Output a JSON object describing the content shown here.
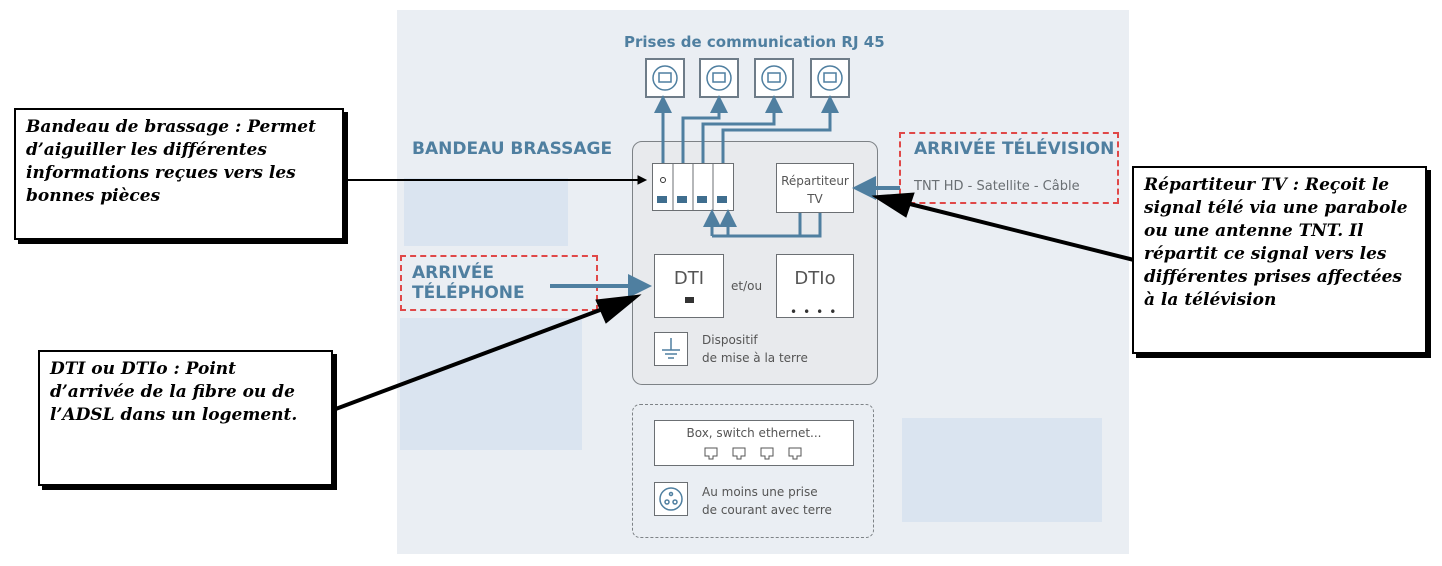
{
  "diagram": {
    "rj45_title": "Prises de communication RJ 45",
    "bandeau_title": "BANDEAU BRASSAGE",
    "arrivee_tv_title": "ARRIVÉE TÉLÉVISION",
    "arrivee_tv_sub": "TNT HD - Satellite - Câble",
    "arrivee_tel_line1": "ARRIVÉE",
    "arrivee_tel_line2": "TÉLÉPHONE",
    "repartiteur_line1": "Répartiteur",
    "repartiteur_line2": "TV",
    "dti_label": "DTI",
    "etou_label": "et/ou",
    "dtio_label": "DTIo",
    "terre_line1": "Dispositif",
    "terre_line2": "de mise à la terre",
    "box_label": "Box, switch ethernet...",
    "prise_line1": "Au moins une prise",
    "prise_line2": "de courant avec terre"
  },
  "callouts": {
    "bandeau": "Bandeau de brassage : Permet d’aiguiller les différentes informations reçues vers les bonnes pièces",
    "repartiteur": "Répartiteur TV : Reçoit le signal télé via une parabole ou une antenne TNT. Il répartit ce signal vers les différentes prises affectées à la télévision",
    "dti": "DTI ou DTIo : Point d’arrivée de la fibre ou de l’ADSL dans un logement."
  },
  "colors": {
    "accent_blue": "#4f7fa0",
    "panel_bg": "#eaeef3",
    "dashed_red": "#e04848"
  }
}
